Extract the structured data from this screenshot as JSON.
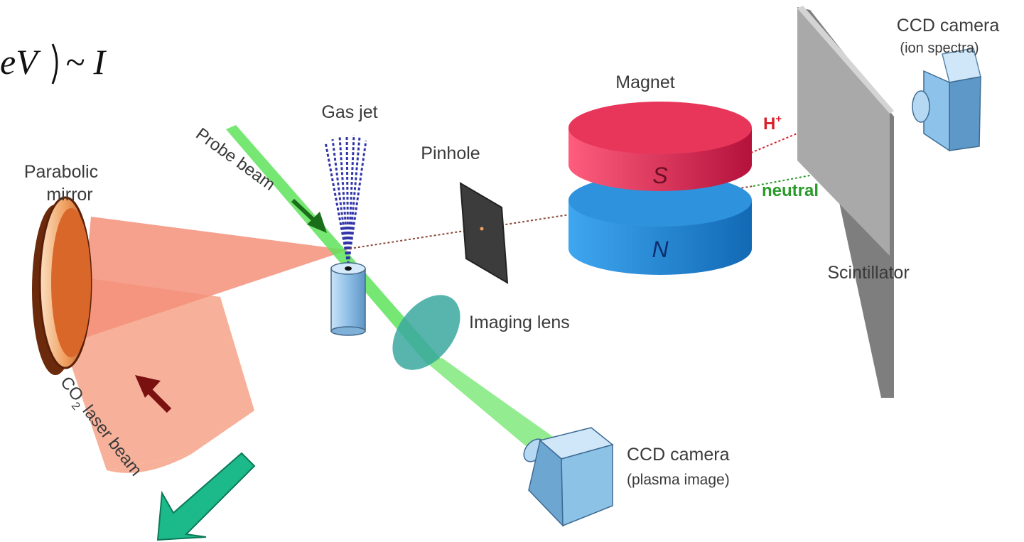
{
  "formula": {
    "prefix": "eV",
    "suffix": "~ I"
  },
  "labels": {
    "parabolic_mirror_1": "Parabolic",
    "parabolic_mirror_2": "mirror",
    "gas_jet": "Gas jet",
    "probe_beam": "Probe beam",
    "pinhole": "Pinhole",
    "magnet": "Magnet",
    "magnet_s": "S",
    "magnet_n": "N",
    "h_plus": "H",
    "h_plus_sup": "+",
    "neutral": "neutral",
    "scintillator": "Scintillator",
    "ccd_ion_1": "CCD camera",
    "ccd_ion_2": "(ion spectra)",
    "imaging_lens": "Imaging lens",
    "ccd_plasma_1": "CCD camera",
    "ccd_plasma_2": "(plasma image)",
    "co2_co": "CO",
    "co2_sub": "2",
    "co2_rest": "laser beam"
  },
  "colors": {
    "laser": "#f6a88f",
    "probe": "#5fe35a",
    "magnet_s": "#e23a5c",
    "magnet_n": "#2e8fdc",
    "lens": "#3aa8a0",
    "scintillator": "#a9a9a9",
    "camera": "#8cc2e6",
    "big_arrow": "#1cb98a",
    "ion_red": "#d9202a",
    "neutral_green": "#2a9a2a"
  }
}
